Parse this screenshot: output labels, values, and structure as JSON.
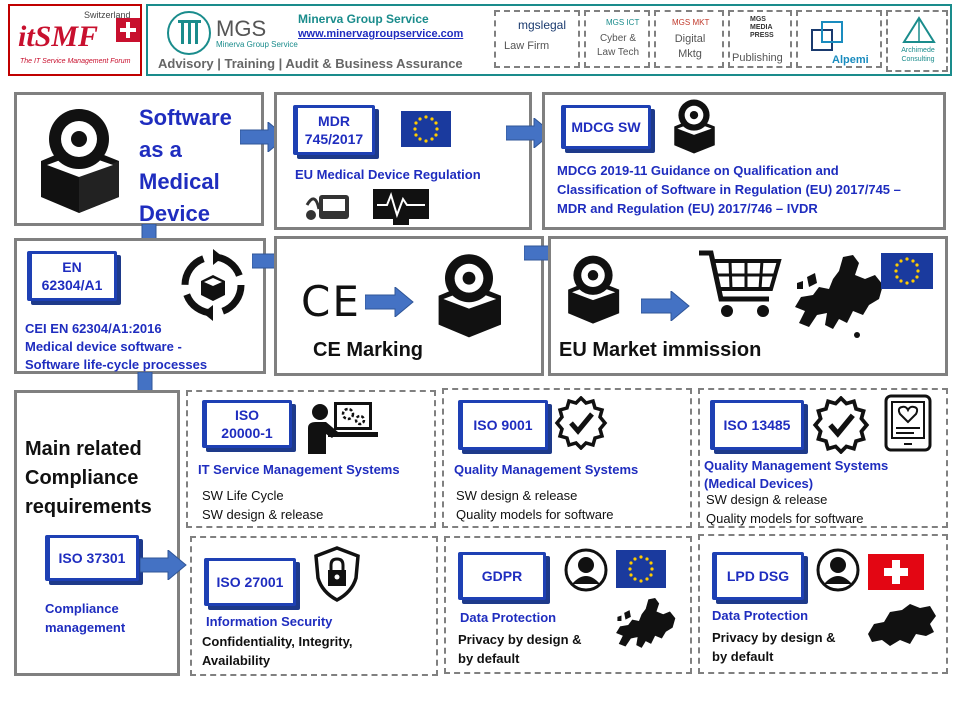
{
  "header": {
    "itsmf": {
      "country": "Switzerland",
      "brand": "itSMF",
      "tagline": "The IT Service Management Forum"
    },
    "mgs": {
      "abbr": "MGS",
      "subtitle": "Minerva Group Service",
      "company": "Minerva Group Service",
      "url": "www.minervagroupservice.com",
      "services": "Advisory | Training | Audit & Business Assurance"
    },
    "partners": [
      {
        "logo": "mgslegal",
        "label": "Law Firm"
      },
      {
        "logo": "MGS ICT",
        "label": "Cyber & Law Tech"
      },
      {
        "logo": "MGS MKT",
        "label": "Digital Mktg"
      },
      {
        "logo": "MGS MEDIA PRESS",
        "label": "Publishing"
      },
      {
        "logo": "Alpemi",
        "label": "Alpemi"
      },
      {
        "logo": "Archimede",
        "label": "Archimede Consulting"
      }
    ]
  },
  "samd": {
    "title_1": "Software",
    "title_2": "as a",
    "title_3": "Medical",
    "title_4": "Device"
  },
  "mdr": {
    "tag_1": "MDR",
    "tag_2": "745/2017",
    "desc": "EU Medical Device Regulation"
  },
  "mdcg": {
    "tag": "MDCG SW",
    "line_1": "MDCG 2019-11   Guidance on Qualification and",
    "line_2": "Classification of Software in Regulation (EU) 2017/745 –",
    "line_3": "MDR  and Regulation (EU) 2017/746 – IVDR"
  },
  "en62304": {
    "tag_1": "EN",
    "tag_2": "62304/A1",
    "line_1": "CEI EN 62304/A1:2016",
    "line_2": "Medical device software -",
    "line_3": "Software life-cycle processes"
  },
  "ce": {
    "mark": "CE",
    "label": "CE Marking"
  },
  "market": {
    "label": "EU Market immission"
  },
  "compliance": {
    "title_1": "Main related",
    "title_2": "Compliance",
    "title_3": "requirements",
    "tag": "ISO 37301",
    "label_1": "Compliance",
    "label_2": "management"
  },
  "iso20000": {
    "tag_1": "ISO",
    "tag_2": "20000-1",
    "title": "IT Service Management Systems",
    "line_1": "SW Life Cycle",
    "line_2": "SW design & release"
  },
  "iso9001": {
    "tag": "ISO 9001",
    "title": "Quality Management Systems",
    "line_1": "SW design & release",
    "line_2": "Quality models for software"
  },
  "iso13485": {
    "tag": "ISO 13485",
    "title_1": "Quality Management Systems",
    "title_2": "(Medical Devices)",
    "line_1": "SW design & release",
    "line_2": "Quality models for software"
  },
  "iso27001": {
    "tag": "ISO 27001",
    "title": "Information Security",
    "line_1": "Confidentiality, Integrity,",
    "line_2": "Availability"
  },
  "gdpr": {
    "tag": "GDPR",
    "title": "Data Protection",
    "line_1": "Privacy by design &",
    "line_2": "by default"
  },
  "lpd": {
    "tag": "LPD DSG",
    "title": "Data Protection",
    "line_1": "Privacy by design &",
    "line_2": "by default"
  },
  "colors": {
    "navy": "#1f2dbf",
    "arrow": "#4472c4",
    "border": "#808080",
    "teal": "#1a8c8c",
    "swiss_red": "#e30613",
    "eu_blue": "#1a3a9e"
  }
}
